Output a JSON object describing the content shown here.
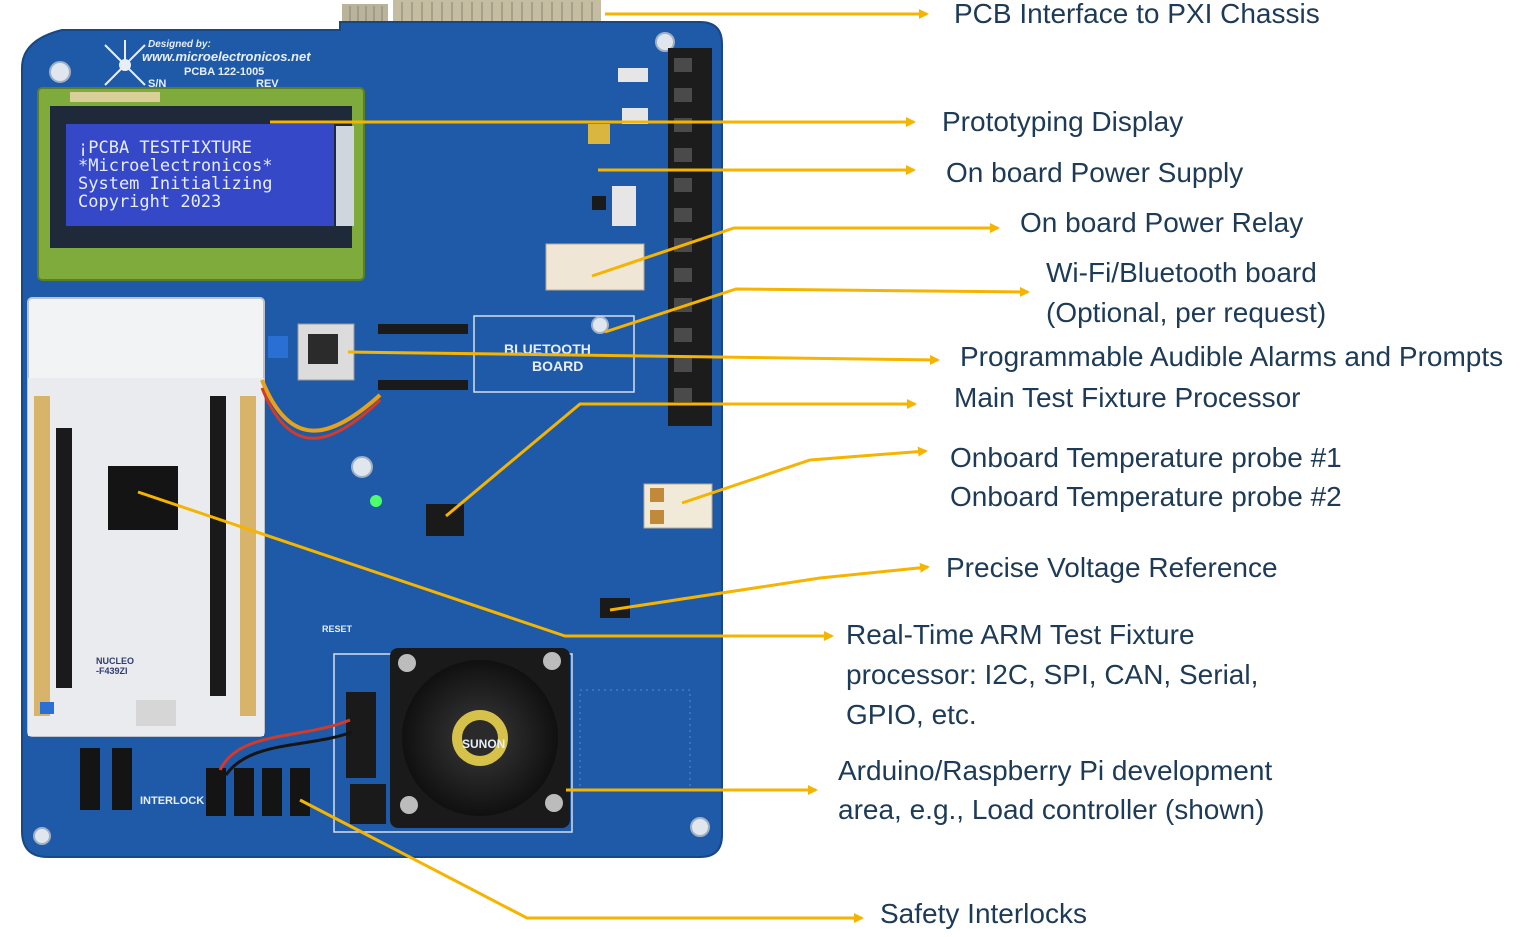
{
  "labels": [
    {
      "id": "pxi",
      "text": "PCB Interface to PXI Chassis"
    },
    {
      "id": "display",
      "text": "Prototyping Display"
    },
    {
      "id": "power-supply",
      "text": "On board Power Supply"
    },
    {
      "id": "power-relay",
      "text": "On board Power Relay"
    },
    {
      "id": "wifi-1",
      "text": "Wi-Fi/Bluetooth board"
    },
    {
      "id": "wifi-2",
      "text": "(Optional, per request)"
    },
    {
      "id": "alarms",
      "text": "Programmable Audible Alarms and Prompts"
    },
    {
      "id": "main-proc",
      "text": "Main Test Fixture Processor"
    },
    {
      "id": "temp1",
      "text": "Onboard Temperature probe #1"
    },
    {
      "id": "temp2",
      "text": "Onboard Temperature probe #2"
    },
    {
      "id": "vref",
      "text": "Precise Voltage Reference"
    },
    {
      "id": "arm-1",
      "text": "Real-Time ARM Test Fixture"
    },
    {
      "id": "arm-2",
      "text": "processor: I2C, SPI, CAN, Serial,"
    },
    {
      "id": "arm-3",
      "text": "GPIO, etc."
    },
    {
      "id": "arduino-1",
      "text": "Arduino/Raspberry Pi development"
    },
    {
      "id": "arduino-2",
      "text": "area, e.g., Load controller (shown)"
    },
    {
      "id": "interlocks",
      "text": "Safety Interlocks"
    }
  ],
  "lcd": {
    "line1": "¡PCBA TESTFIXTURE",
    "line2": "*Microelectronicos*",
    "line3": "System Initializing",
    "line4": " Copyright 2023"
  },
  "board": {
    "designed_by": "Designed by:",
    "website": "www.microelectronicos.net",
    "pcba": "PCBA 122-1005",
    "sn": "S/N",
    "rev": "REV",
    "bluetooth_1": "BLUETOOTH",
    "bluetooth_2": "BOARD",
    "reset": "RESET",
    "interlock": "INTERLOCK",
    "nucleo_1": "NUCLEO",
    "nucleo_2": "-F439ZI",
    "fan_brand": "SUNON"
  },
  "colors": {
    "arrow": "#f5b400",
    "label_text": "#1d3a57",
    "board": "#1f5aa8",
    "lcd_screen": "#3448c8",
    "lcd_frame": "#7faa3c"
  }
}
